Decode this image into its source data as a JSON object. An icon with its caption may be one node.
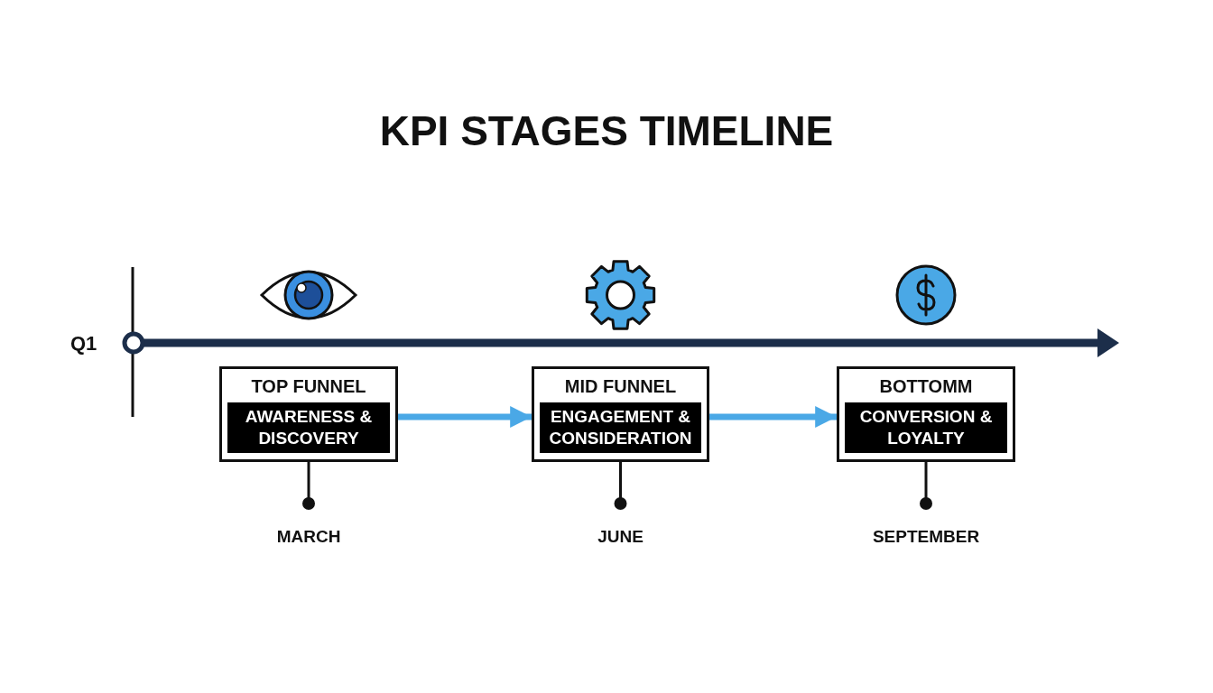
{
  "diagram": {
    "title": "KPI STAGES TIMELINE",
    "nodes": [
      {
        "text": [
          "TOP FUNNEL",
          "AWARENESS & DISCOVERY"
        ],
        "beside": [
          "MARCH"
        ]
      },
      {
        "text": [
          "MID FUNNEL",
          "ENGAGEMENT & CONSIDERATION"
        ],
        "beside": [
          "JUNE"
        ]
      },
      {
        "text": [
          "BOTTOMM",
          "CONVERSION & LOYALTY"
        ],
        "beside": [
          "SEPTEMBER"
        ]
      }
    ],
    "edges": [
      {
        "from": 0,
        "to": 1,
        "arrow": "to"
      },
      {
        "from": 1,
        "to": 2,
        "arrow": "to"
      }
    ],
    "labels": [
      "Q1"
    ]
  }
}
